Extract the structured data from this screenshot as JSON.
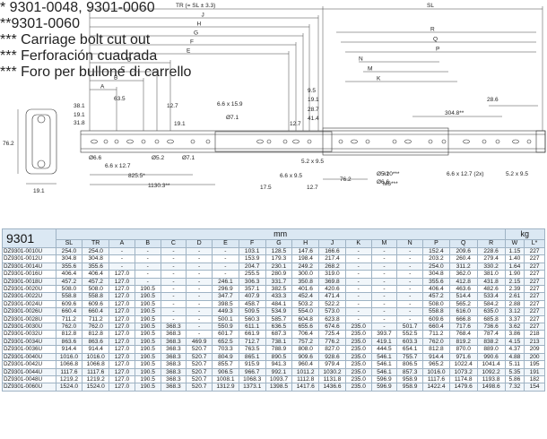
{
  "drawing": {
    "tr_label": "TR (= SL ± 3.3)",
    "sl_label": "SL",
    "letters_left": [
      "J",
      "H",
      "G",
      "F",
      "E",
      "D",
      "C",
      "B",
      "A"
    ],
    "letters_right": [
      "R",
      "Q",
      "P",
      "N",
      "M",
      "K"
    ],
    "left_dims": [
      "38.1",
      "19.1",
      "31.8"
    ],
    "a_sub": "63.5",
    "profile_height": "76.2",
    "profile_width": "19.1",
    "mid_dims": [
      "12.7",
      "19.1",
      "6.6 x 15.9",
      "Ø7.1",
      "Ø6.6",
      "Ø5.2",
      "Ø7.1",
      "6.6 x 12.7",
      "825.5*",
      "1130.3**",
      "17.5"
    ],
    "mid2_dims": [
      "12.7",
      "5.2 x 9.5",
      "6.6 x 9.5",
      "12.7"
    ],
    "right_stack": [
      "9.5",
      "19.1",
      "28.7",
      "41.4"
    ],
    "right_dims": [
      "28.6",
      "304.8**",
      "76.2",
      "Ø5.2",
      "Ø6.6",
      "#10***",
      "M6***",
      "6.6 x 12.7 (2x)",
      "5.2 x 9.5"
    ],
    "notes_left": [
      "*  9301-0048, 9301-0060",
      "**9301-0060"
    ],
    "notes_right": [
      "*** Carriage bolt cut out",
      "*** Ferforación cuadrada",
      "*** Foro per bullone di carrello"
    ]
  },
  "table": {
    "model": "9301",
    "unit_mm": "mm",
    "unit_kg": "kg",
    "columns": [
      "SL",
      "TR",
      "A",
      "B",
      "C",
      "D",
      "E",
      "F",
      "G",
      "H",
      "J",
      "K",
      "M",
      "N",
      "P",
      "Q",
      "R",
      "W",
      "L*"
    ],
    "rows": [
      [
        "DZ9301-0010U",
        "254.0",
        "254.0",
        "-",
        "-",
        "-",
        "-",
        "-",
        "103.1",
        "128.5",
        "147.6",
        "166.6",
        "-",
        "-",
        "-",
        "152.4",
        "209.6",
        "228.6",
        "1.15",
        "227"
      ],
      [
        "DZ9301-0012U",
        "304.8",
        "304.8",
        "-",
        "-",
        "-",
        "-",
        "-",
        "153.9",
        "179.3",
        "198.4",
        "217.4",
        "-",
        "-",
        "-",
        "203.2",
        "260.4",
        "279.4",
        "1.40",
        "227"
      ],
      [
        "DZ9301-0014U",
        "355.6",
        "355.6",
        "-",
        "-",
        "-",
        "-",
        "-",
        "204.7",
        "230.1",
        "249.2",
        "268.2",
        "-",
        "-",
        "-",
        "254.0",
        "311.2",
        "330.2",
        "1.64",
        "227"
      ],
      [
        "DZ9301-0016U",
        "406.4",
        "406.4",
        "127.0",
        "-",
        "-",
        "-",
        "-",
        "255.5",
        "280.9",
        "300.0",
        "319.0",
        "-",
        "-",
        "-",
        "304.8",
        "362.0",
        "381.0",
        "1.90",
        "227"
      ],
      [
        "DZ9301-0018U",
        "457.2",
        "457.2",
        "127.0",
        "-",
        "-",
        "-",
        "246.1",
        "306.3",
        "331.7",
        "350.8",
        "369.8",
        "-",
        "-",
        "-",
        "355.6",
        "412.8",
        "431.8",
        "2.15",
        "227"
      ],
      [
        "DZ9301-0020U",
        "508.0",
        "508.0",
        "127.0",
        "190.5",
        "-",
        "-",
        "296.9",
        "357.1",
        "382.5",
        "401.6",
        "420.6",
        "-",
        "-",
        "-",
        "406.4",
        "463.6",
        "482.6",
        "2.39",
        "227"
      ],
      [
        "DZ9301-0022U",
        "558.8",
        "558.8",
        "127.0",
        "190.5",
        "-",
        "-",
        "347.7",
        "407.9",
        "433.3",
        "452.4",
        "471.4",
        "-",
        "-",
        "-",
        "457.2",
        "514.4",
        "533.4",
        "2.61",
        "227"
      ],
      [
        "DZ9301-0024U",
        "609.6",
        "609.6",
        "127.0",
        "190.5",
        "-",
        "-",
        "398.5",
        "458.7",
        "484.1",
        "503.2",
        "522.2",
        "-",
        "-",
        "-",
        "508.0",
        "565.2",
        "584.2",
        "2.88",
        "227"
      ],
      [
        "DZ9301-0026U",
        "660.4",
        "660.4",
        "127.0",
        "190.5",
        "-",
        "-",
        "449.3",
        "509.5",
        "534.9",
        "554.0",
        "573.0",
        "-",
        "-",
        "-",
        "558.8",
        "616.0",
        "635.0",
        "3.12",
        "227"
      ],
      [
        "DZ9301-0028U",
        "711.2",
        "711.2",
        "127.0",
        "190.5",
        "-",
        "-",
        "500.1",
        "560.3",
        "585.7",
        "604.8",
        "623.8",
        "-",
        "-",
        "-",
        "609.6",
        "666.8",
        "685.8",
        "3.37",
        "227"
      ],
      [
        "DZ9301-0030U",
        "762.0",
        "762.0",
        "127.0",
        "190.5",
        "368.3",
        "-",
        "550.9",
        "611.1",
        "636.5",
        "655.6",
        "674.6",
        "235.0",
        "-",
        "501.7",
        "660.4",
        "717.6",
        "736.6",
        "3.62",
        "227"
      ],
      [
        "DZ9301-0032U",
        "812.8",
        "812.8",
        "127.0",
        "190.5",
        "368.3",
        "-",
        "601.7",
        "661.9",
        "687.3",
        "706.4",
        "725.4",
        "235.0",
        "393.7",
        "552.5",
        "711.2",
        "768.4",
        "787.4",
        "3.86",
        "218"
      ],
      [
        "DZ9301-0034U",
        "863.6",
        "863.6",
        "127.0",
        "190.5",
        "368.3",
        "469.9",
        "652.5",
        "712.7",
        "738.1",
        "757.2",
        "776.2",
        "235.0",
        "419.1",
        "603.3",
        "762.0",
        "819.2",
        "838.2",
        "4.15",
        "213"
      ],
      [
        "DZ9301-0036U",
        "914.4",
        "914.4",
        "127.0",
        "190.5",
        "368.3",
        "520.7",
        "703.3",
        "763.5",
        "788.9",
        "808.0",
        "827.0",
        "235.0",
        "444.5",
        "654.1",
        "812.8",
        "870.0",
        "889.0",
        "4.37",
        "209"
      ],
      [
        "DZ9301-0040U",
        "1016.0",
        "1016.0",
        "127.0",
        "190.5",
        "368.3",
        "520.7",
        "804.9",
        "865.1",
        "890.5",
        "909.6",
        "928.6",
        "235.0",
        "546.1",
        "755.7",
        "914.4",
        "971.6",
        "990.6",
        "4.88",
        "200"
      ],
      [
        "DZ9301-0042U",
        "1066.8",
        "1066.8",
        "127.0",
        "190.5",
        "368.3",
        "520.7",
        "855.7",
        "915.9",
        "941.3",
        "960.4",
        "979.4",
        "235.0",
        "546.1",
        "806.5",
        "965.2",
        "1022.4",
        "1041.4",
        "5.11",
        "195"
      ],
      [
        "DZ9301-0044U",
        "1117.6",
        "1117.6",
        "127.0",
        "190.5",
        "368.3",
        "520.7",
        "906.5",
        "966.7",
        "992.1",
        "1011.2",
        "1030.2",
        "235.0",
        "546.1",
        "857.3",
        "1016.0",
        "1073.2",
        "1092.2",
        "5.35",
        "191"
      ],
      [
        "DZ9301-0048U",
        "1219.2",
        "1219.2",
        "127.0",
        "190.5",
        "368.3",
        "520.7",
        "1008.1",
        "1068.3",
        "1093.7",
        "1112.8",
        "1131.8",
        "235.0",
        "596.9",
        "958.9",
        "1117.6",
        "1174.8",
        "1193.8",
        "5.86",
        "182"
      ],
      [
        "DZ9301-0060U",
        "1524.0",
        "1524.0",
        "127.0",
        "190.5",
        "368.3",
        "520.7",
        "1312.9",
        "1373.1",
        "1398.5",
        "1417.6",
        "1436.6",
        "235.0",
        "596.9",
        "958.9",
        "1422.4",
        "1479.6",
        "1498.6",
        "7.32",
        "154"
      ]
    ]
  }
}
